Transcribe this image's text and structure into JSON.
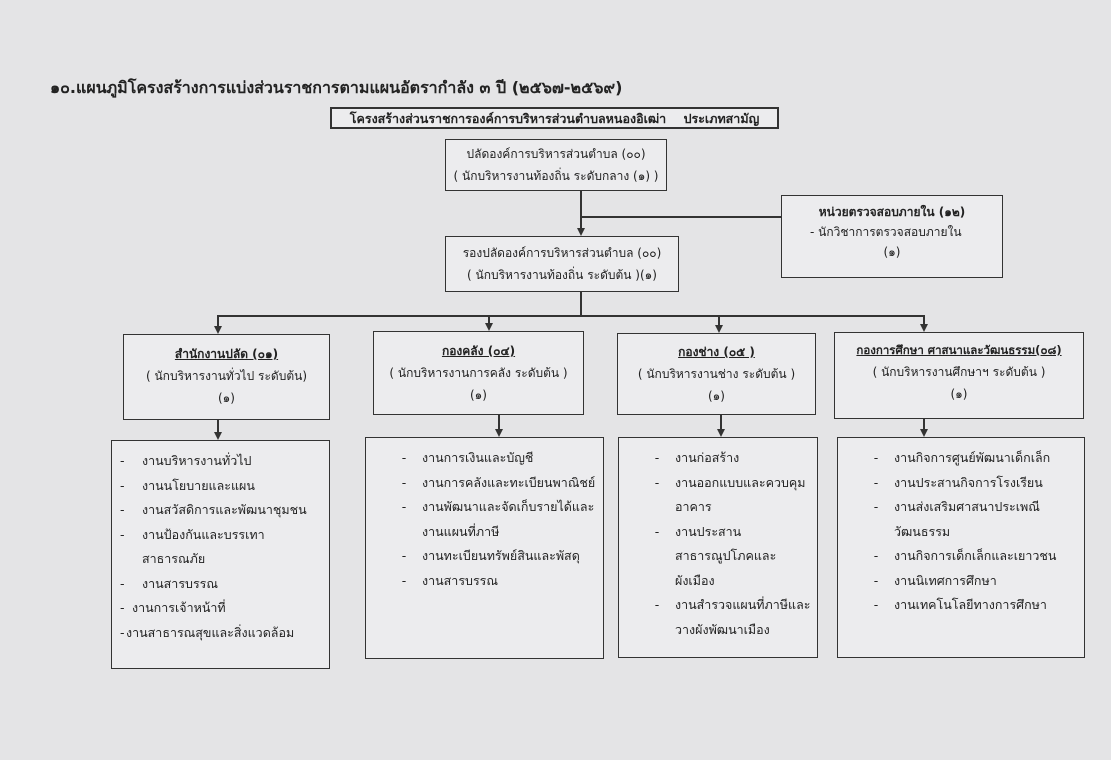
{
  "title": "๑๐.แผนภูมิโครงสร้างการแบ่งส่วนราชการตามแผนอัตรากำลัง ๓ ปี (๒๕๖๗-๒๕๖๙)",
  "subtitle": "โครงสร้างส่วนราชการองค์การบริหารส่วนตำบลหนองอิเฒ่า    ประเภทสามัญ",
  "top": {
    "line1": "ปลัดองค์การบริหารส่วนตำบล (๐๐)",
    "line2": "( นักบริหารงานท้องถิ่น ระดับกลาง (๑) )"
  },
  "audit": {
    "name": "หน่วยตรวจสอบภายใน (๑๒)",
    "line2": "- นักวิชาการตรวจสอบภายใน",
    "line3": "(๑)"
  },
  "deputy": {
    "line1": "รองปลัดองค์การบริหารส่วนตำบล (๐๐)",
    "line2": "( นักบริหารงานท้องถิ่น  ระดับต้น )(๑)"
  },
  "divisions": [
    {
      "name": "สำนักงานปลัด (๐๑)",
      "position": "( นักบริหารงานทั่วไป ระดับต้น)",
      "count": "(๑)",
      "items": [
        "งานบริหารงานทั่วไป",
        "งานนโยบายและแผน",
        "งานสวัสดิการและพัฒนาชุมชน",
        "งานป้องกันและบรรเทา สาธารณภัย",
        "งานสารบรรณ",
        "งานการเจ้าหน้าที่",
        "งานสาธารณสุขและสิ่งแวดล้อม"
      ]
    },
    {
      "name": "กองคลัง (๐๔)",
      "position": "( นักบริหารงานการคลัง ระดับต้น )",
      "count": "(๑)",
      "items": [
        "งานการเงินและบัญชี",
        "งานการคลังและทะเบียนพาณิชย์",
        "งานพัฒนาและจัดเก็บรายได้และงานแผนที่ภาษี",
        "งานทะเบียนทรัพย์สินและพัสดุ",
        "งานสารบรรณ"
      ]
    },
    {
      "name": "กองช่าง (๐๕ )",
      "position": "( นักบริหารงานช่าง  ระดับต้น )",
      "count": "(๑)",
      "items": [
        "งานก่อสร้าง",
        "งานออกแบบและควบคุมอาคาร",
        "งานประสานสาธารณูปโภคและผังเมือง",
        "งานสำรวจแผนที่ภาษีและวางผังพัฒนาเมือง"
      ]
    },
    {
      "name": "กองการศึกษา ศาสนาและวัฒนธรรม(๐๘)",
      "position": "( นักบริหารงานศึกษาฯ ระดับต้น )",
      "count": "(๑)",
      "items": [
        "งานกิจการศูนย์พัฒนาเด็กเล็ก",
        "งานประสานกิจการโรงเรียน",
        "งานส่งเสริมศาสนาประเพณีวัฒนธรรม",
        "งานกิจการเด็กเล็กและเยาวชน",
        "งานนิเทศการศึกษา",
        "งานเทคโนโลยีทางการศึกษา"
      ]
    }
  ]
}
